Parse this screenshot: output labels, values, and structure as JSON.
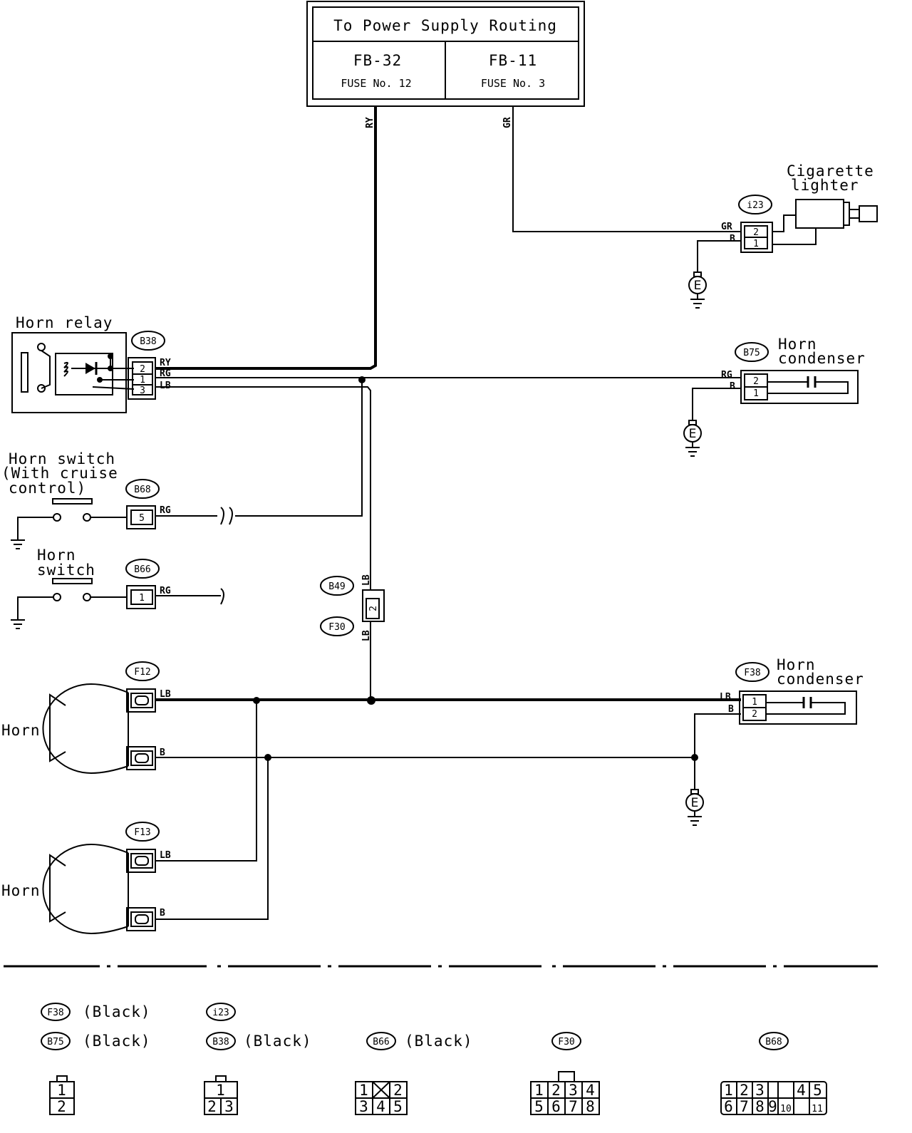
{
  "power_supply": {
    "title": "To Power Supply Routing",
    "fuses": [
      {
        "block": "FB-32",
        "fuse": "FUSE No. 12"
      },
      {
        "block": "FB-11",
        "fuse": "FUSE No. 3"
      }
    ]
  },
  "wires": {
    "RY": "RY",
    "GR": "GR",
    "RG": "RG",
    "LB": "LB",
    "B": "B"
  },
  "components": {
    "cigarette_lighter": [
      "Cigarette",
      "lighter"
    ],
    "horn_relay": "Horn relay",
    "horn_condenser": [
      "Horn",
      "condenser"
    ],
    "horn_switch_cruise": [
      "Horn switch",
      "(With cruise",
      "control)"
    ],
    "horn_switch": [
      "Horn",
      "switch"
    ],
    "horn": "Horn",
    "ground": "E"
  },
  "connectors": {
    "i23": "i23",
    "B38": "B38",
    "B75": "B75",
    "B68": "B68",
    "B66": "B66",
    "B49": "B49",
    "F30": "F30",
    "F12": "F12",
    "F13": "F13",
    "F38": "F38"
  },
  "legend": {
    "black": "(Black)",
    "f38_pins": [
      "1",
      "2"
    ],
    "b38_pins": [
      "1",
      "2",
      "3"
    ],
    "b66_pins": [
      "1",
      "2",
      "3",
      "4",
      "5"
    ],
    "f30_pins": [
      "1",
      "2",
      "3",
      "4",
      "5",
      "6",
      "7",
      "8"
    ],
    "b68_pins": [
      "1",
      "2",
      "3",
      "4",
      "5",
      "6",
      "7",
      "8",
      "9",
      "10",
      "11"
    ]
  }
}
